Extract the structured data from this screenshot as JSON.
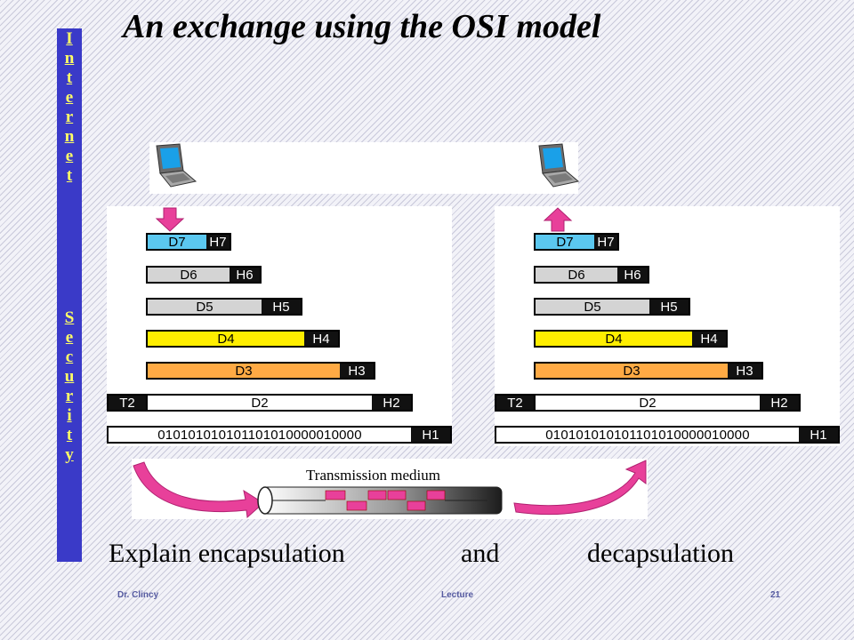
{
  "title": "An exchange using the OSI model",
  "sidebar": {
    "letters": [
      "I",
      "n",
      "t",
      "e",
      "r",
      "n",
      "e",
      "t",
      "S",
      "e",
      "c",
      "u",
      "r",
      "i",
      "t",
      "y"
    ]
  },
  "diagram": {
    "colors": {
      "blue": "#5bc8f0",
      "gray": "#d4d4d4",
      "yellow": "#ffee00",
      "orange": "#ffaa44",
      "white": "#ffffff",
      "pink": "#e8409a"
    },
    "left_layers": [
      {
        "data": "D7",
        "header": "H7"
      },
      {
        "data": "D6",
        "header": "H6"
      },
      {
        "data": "D5",
        "header": "H5"
      },
      {
        "data": "D4",
        "header": "H4"
      },
      {
        "data": "D3",
        "header": "H3"
      },
      {
        "trailer": "T2",
        "data": "D2",
        "header": "H2"
      },
      {
        "data": "010101010101101010000010000",
        "header": "H1"
      }
    ],
    "right_layers": [
      {
        "data": "D7",
        "header": "H7"
      },
      {
        "data": "D6",
        "header": "H6"
      },
      {
        "data": "D5",
        "header": "H5"
      },
      {
        "data": "D4",
        "header": "H4"
      },
      {
        "data": "D3",
        "header": "H3"
      },
      {
        "trailer": "T2",
        "data": "D2",
        "header": "H2"
      },
      {
        "data": "010101010101101010000010000",
        "header": "H1"
      }
    ],
    "medium_label": "Transmission medium"
  },
  "caption": {
    "part1": "Explain encapsulation",
    "part2": "and",
    "part3": "decapsulation"
  },
  "footer": {
    "author": "Dr. Clincy",
    "label": "Lecture",
    "page": "21"
  }
}
